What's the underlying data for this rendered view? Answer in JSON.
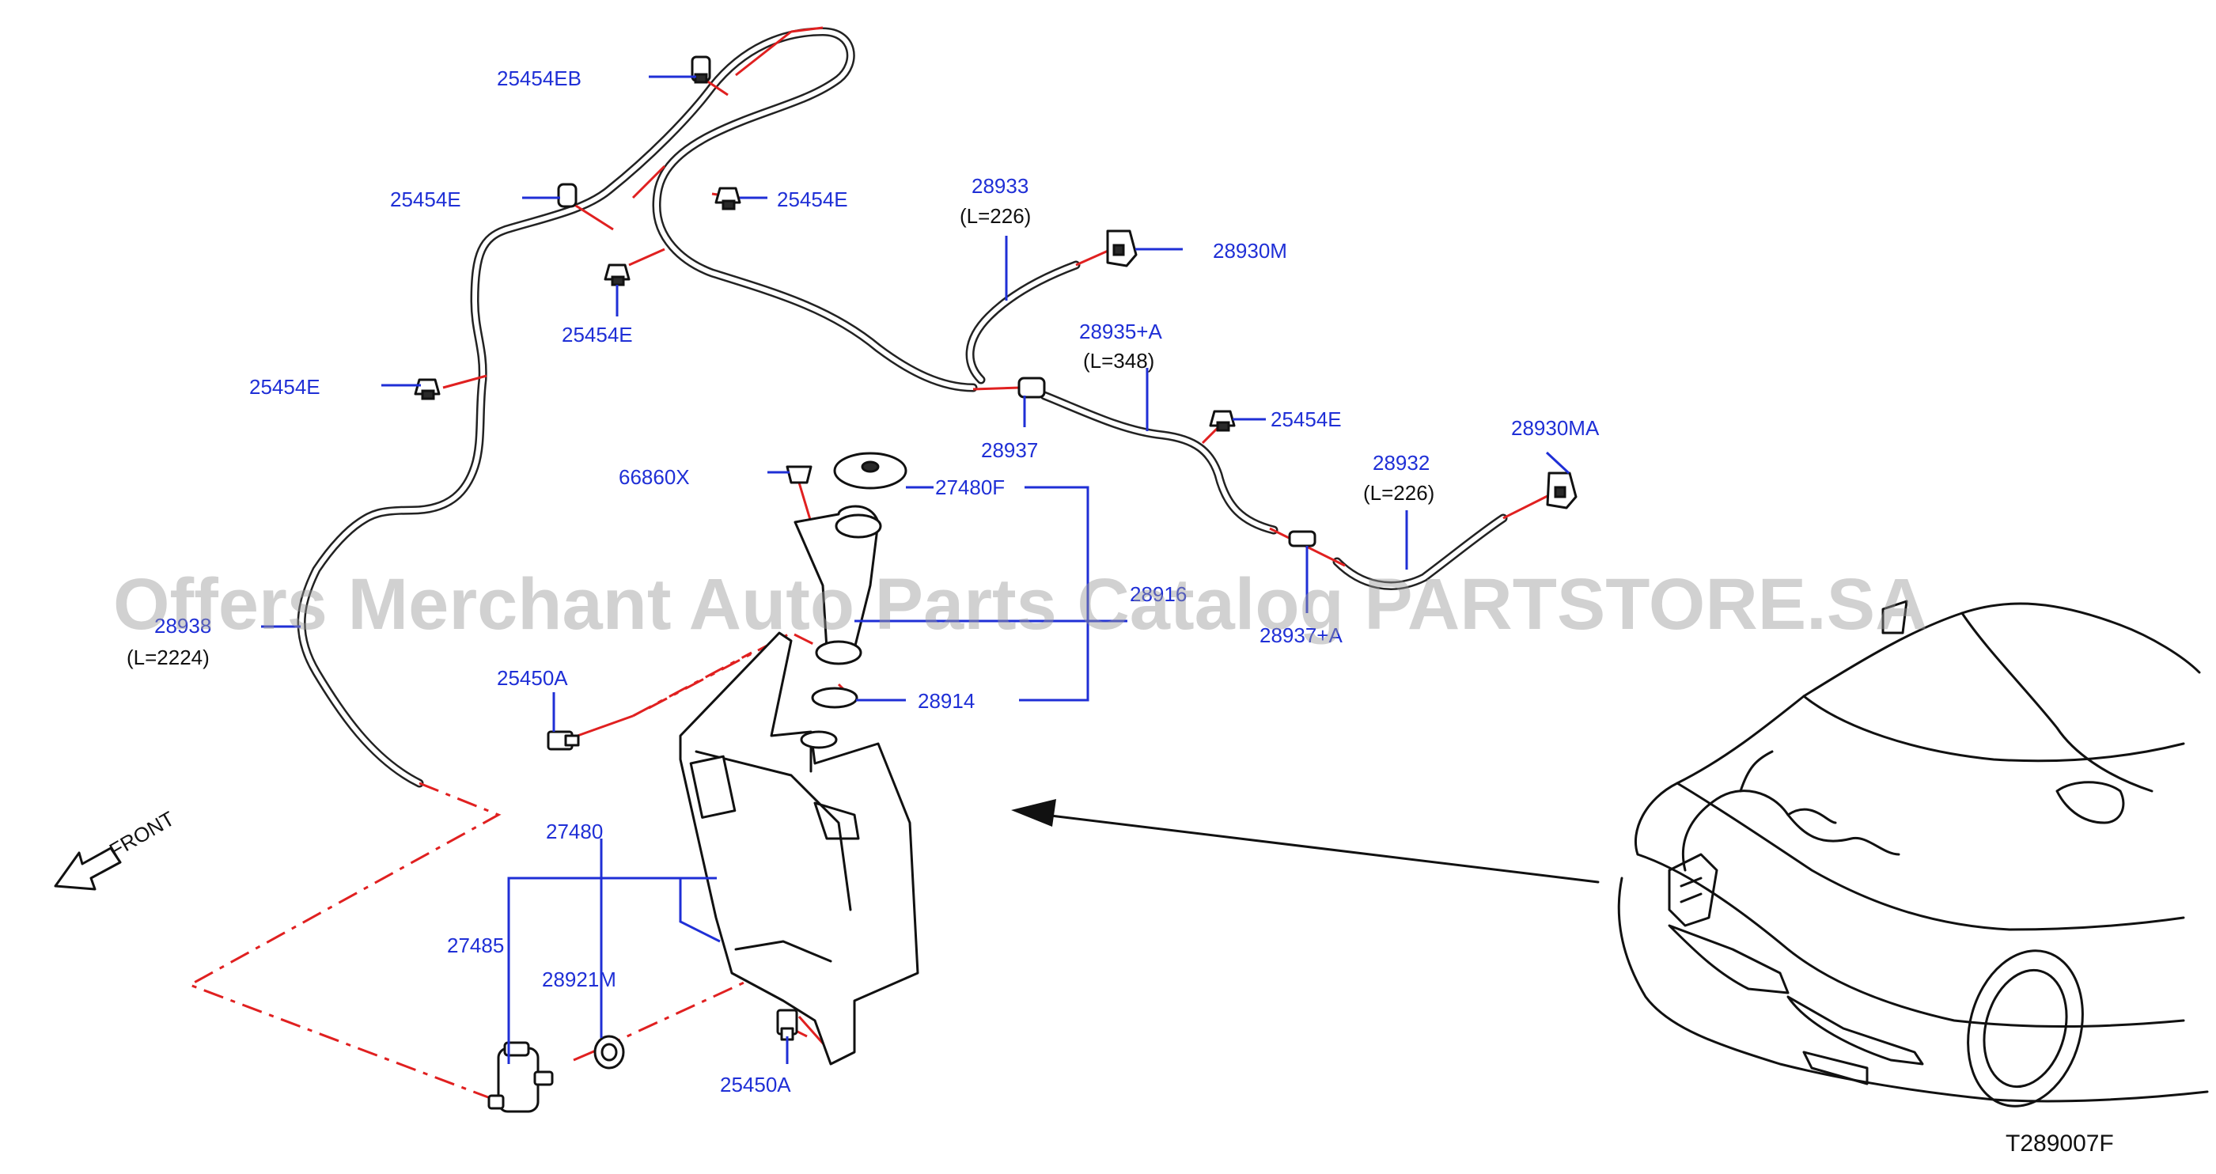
{
  "diagram": {
    "watermark": "Offers Merchant Auto Parts Catalog PARTSTORE.SA",
    "figure_ref": "T289007F",
    "front_label": "FRONT",
    "labels": [
      {
        "id": "25454EB",
        "text": "25454EB"
      },
      {
        "id": "25454E_1",
        "text": "25454E"
      },
      {
        "id": "25454E_2",
        "text": "25454E"
      },
      {
        "id": "25454E_3",
        "text": "25454E"
      },
      {
        "id": "25454E_4",
        "text": "25454E"
      },
      {
        "id": "25454E_5",
        "text": "25454E"
      },
      {
        "id": "28933",
        "text": "28933",
        "sub": "(L=226)"
      },
      {
        "id": "28930M",
        "text": "28930M"
      },
      {
        "id": "28935A",
        "text": "28935+A",
        "sub": "(L=348)"
      },
      {
        "id": "28937",
        "text": "28937"
      },
      {
        "id": "28930MA",
        "text": "28930MA"
      },
      {
        "id": "28932",
        "text": "28932",
        "sub": "(L=226)"
      },
      {
        "id": "28937A",
        "text": "28937+A"
      },
      {
        "id": "66860X",
        "text": "66860X"
      },
      {
        "id": "27480F",
        "text": "27480F"
      },
      {
        "id": "28916",
        "text": "28916"
      },
      {
        "id": "28938",
        "text": "28938",
        "sub": "(L=2224)"
      },
      {
        "id": "25450A_1",
        "text": "25450A"
      },
      {
        "id": "28914",
        "text": "28914"
      },
      {
        "id": "27480",
        "text": "27480"
      },
      {
        "id": "27485",
        "text": "27485"
      },
      {
        "id": "28921M",
        "text": "28921M"
      },
      {
        "id": "25450A_2",
        "text": "25450A"
      }
    ]
  }
}
